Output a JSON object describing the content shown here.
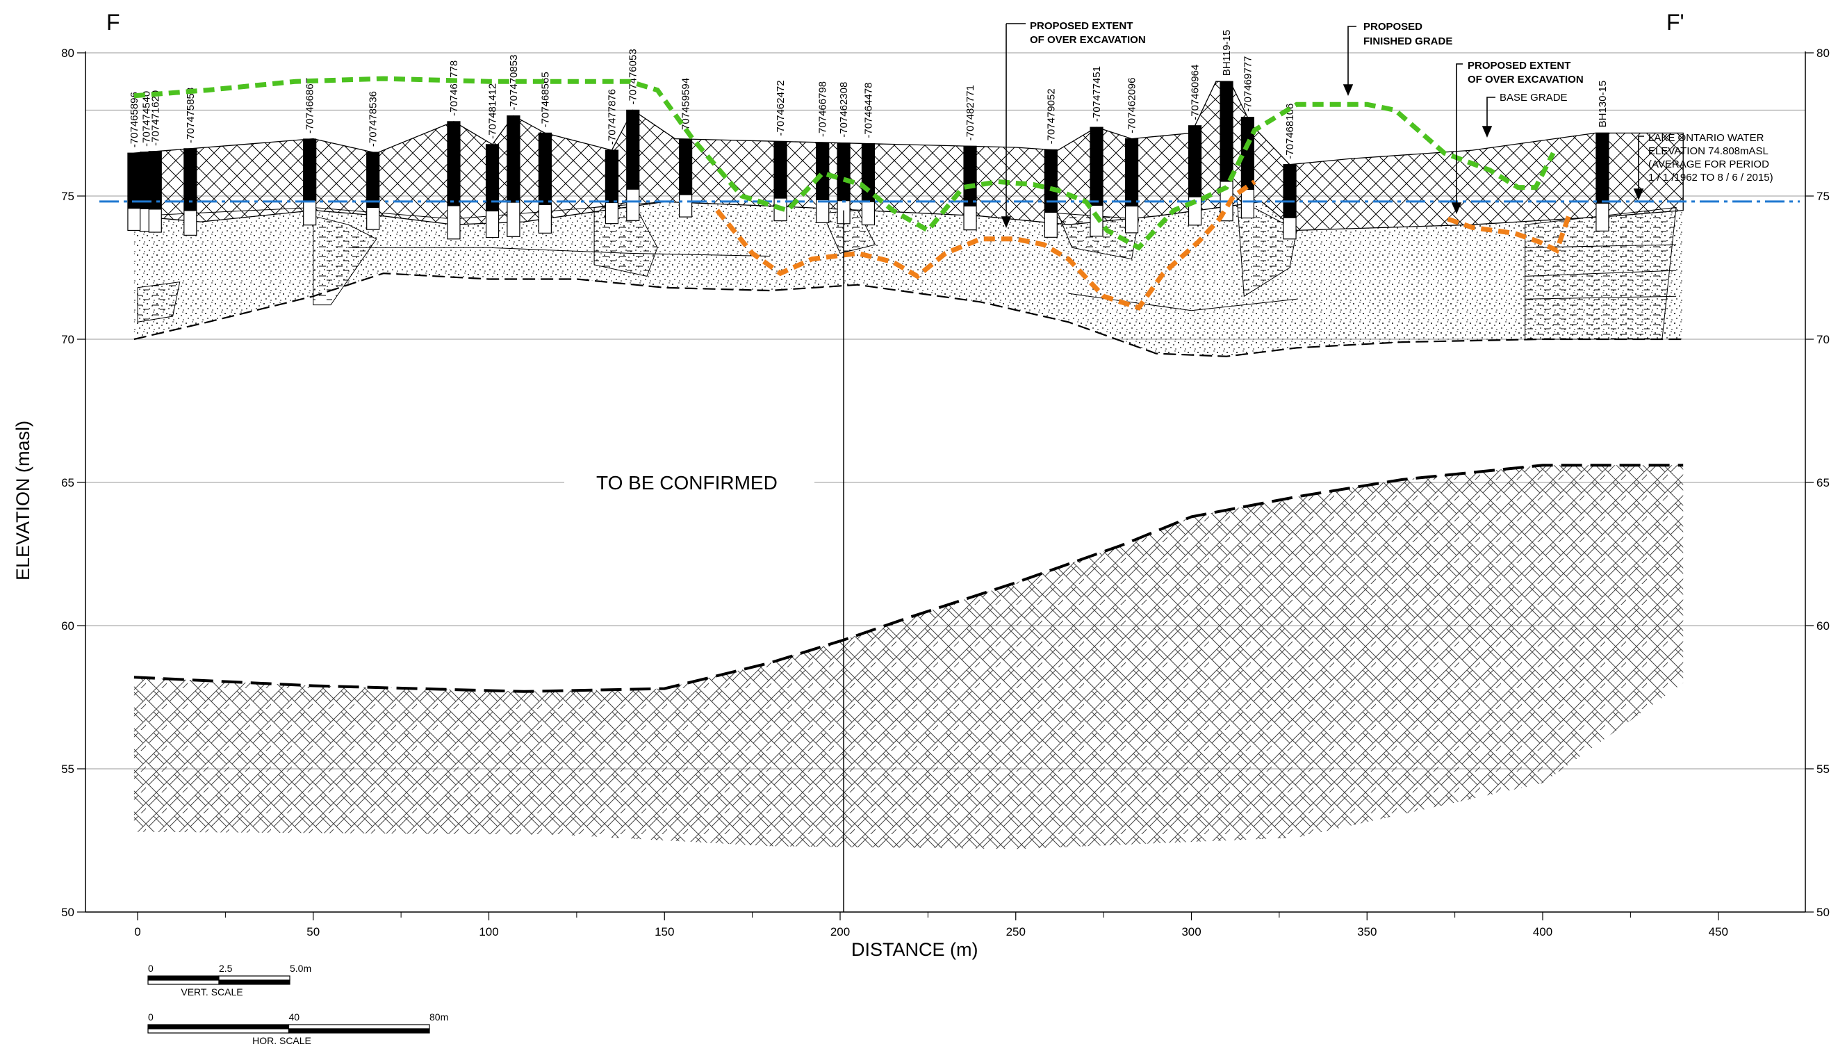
{
  "section": {
    "left_marker": "F",
    "right_marker": "F'",
    "x_axis_title": "DISTANCE (m)",
    "y_axis_title": "ELEVATION (masl)",
    "note": "TO BE CONFIRMED"
  },
  "axes": {
    "x_ticks": [
      0,
      50,
      100,
      150,
      200,
      250,
      300,
      350,
      400,
      450
    ],
    "y_ticks": [
      50,
      55,
      60,
      65,
      70,
      75,
      80
    ],
    "x_range": [
      -14,
      475
    ],
    "y_range": [
      50,
      80
    ]
  },
  "boreholes": [
    {
      "name": "-707465896",
      "x": -1
    },
    {
      "name": "-707474540",
      "x": 2.5
    },
    {
      "name": "-707471620",
      "x": 5
    },
    {
      "name": "-707475858",
      "x": 15
    },
    {
      "name": "-707466867",
      "x": 49
    },
    {
      "name": "-707478536",
      "x": 67
    },
    {
      "name": "-707467778",
      "x": 90
    },
    {
      "name": "-707481412",
      "x": 101
    },
    {
      "name": "-707470853",
      "x": 107
    },
    {
      "name": "-707468565",
      "x": 116
    },
    {
      "name": "-707477876",
      "x": 135
    },
    {
      "name": "-707476053",
      "x": 141
    },
    {
      "name": "-707459594",
      "x": 156
    },
    {
      "name": "-707462472",
      "x": 183
    },
    {
      "name": "-707466798",
      "x": 195
    },
    {
      "name": "-707462308",
      "x": 201
    },
    {
      "name": "-707464478",
      "x": 208
    },
    {
      "name": "-707482771",
      "x": 237
    },
    {
      "name": "-707479052",
      "x": 260
    },
    {
      "name": "-707477451",
      "x": 273
    },
    {
      "name": "-707462096",
      "x": 283
    },
    {
      "name": "-707460964",
      "x": 301
    },
    {
      "name": "BH119-15",
      "x": 310
    },
    {
      "name": "-707469777",
      "x": 316
    },
    {
      "name": "-707468106",
      "x": 328
    },
    {
      "name": "BH130-15",
      "x": 417
    }
  ],
  "annotations": {
    "over_excavation_1": [
      "PROPOSED EXTENT",
      "OF OVER EXCAVATION"
    ],
    "finished_grade": [
      "PROPOSED",
      "FINISHED GRADE"
    ],
    "over_excavation_2": [
      "PROPOSED EXTENT",
      "OF OVER EXCAVATION"
    ],
    "base_grade": "BASE GRADE",
    "lake_level": [
      "LAKE ONTARIO WATER",
      "ELEVATION 74.808mASL",
      "(AVERAGE FOR PERIOD",
      "1 / 1 /1962 TO 8 / 6 / 2015)"
    ]
  },
  "water_level": {
    "elevation": 74.808,
    "color": "#1f78d1"
  },
  "profiles": {
    "finished_grade": {
      "color": "#4cc21f",
      "points": [
        [
          -1,
          78.5
        ],
        [
          20,
          78.7
        ],
        [
          45,
          79
        ],
        [
          70,
          79.1
        ],
        [
          100,
          79
        ],
        [
          140,
          79
        ],
        [
          148,
          78.7
        ],
        [
          158,
          77
        ],
        [
          172,
          75
        ],
        [
          185,
          74.5
        ],
        [
          195,
          75.8
        ],
        [
          206,
          75.4
        ],
        [
          215,
          74.5
        ],
        [
          225,
          73.8
        ],
        [
          235,
          75.3
        ],
        [
          245,
          75.5
        ],
        [
          255,
          75.4
        ],
        [
          262,
          75.2
        ],
        [
          270,
          74.8
        ],
        [
          276,
          73.8
        ],
        [
          285,
          73.2
        ],
        [
          295,
          74.5
        ],
        [
          303,
          74.9
        ],
        [
          310,
          75.3
        ],
        [
          318,
          77.3
        ],
        [
          330,
          78.2
        ],
        [
          350,
          78.2
        ],
        [
          358,
          78
        ],
        [
          372,
          76.5
        ],
        [
          385,
          75.9
        ],
        [
          393,
          75.3
        ],
        [
          398,
          75.3
        ],
        [
          403,
          76.5
        ]
      ]
    },
    "over_excavation": {
      "color": "#f07f18",
      "points": [
        [
          165,
          74.5
        ],
        [
          175,
          73
        ],
        [
          183,
          72.3
        ],
        [
          192,
          72.8
        ],
        [
          205,
          73
        ],
        [
          215,
          72.7
        ],
        [
          222,
          72.2
        ],
        [
          230,
          73
        ],
        [
          240,
          73.5
        ],
        [
          250,
          73.5
        ],
        [
          258,
          73.3
        ],
        [
          265,
          72.8
        ],
        [
          275,
          71.5
        ],
        [
          285,
          71.1
        ],
        [
          292,
          72.3
        ],
        [
          302,
          73.4
        ],
        [
          308,
          74.2
        ],
        [
          312,
          75
        ],
        [
          318,
          75.5
        ]
      ]
    },
    "over_excavation_east": {
      "color": "#f07f18",
      "points": [
        [
          373,
          74.2
        ],
        [
          380,
          73.9
        ],
        [
          392,
          73.7
        ],
        [
          399,
          73.4
        ],
        [
          404,
          73.1
        ],
        [
          408,
          74.5
        ]
      ]
    },
    "base_grade": {
      "points": [
        [
          -1,
          76.5
        ],
        [
          30,
          76.8
        ],
        [
          50,
          77
        ],
        [
          68,
          76.5
        ],
        [
          90,
          77.6
        ],
        [
          101,
          76.8
        ],
        [
          107,
          77.8
        ],
        [
          116,
          77.2
        ],
        [
          135,
          76.6
        ],
        [
          141,
          78
        ],
        [
          153,
          77
        ],
        [
          185,
          76.9
        ],
        [
          250,
          76.7
        ],
        [
          262,
          76.6
        ],
        [
          273,
          77.4
        ],
        [
          283,
          77
        ],
        [
          300,
          77.2
        ],
        [
          307,
          79
        ],
        [
          311,
          79
        ],
        [
          317,
          77.5
        ],
        [
          328,
          76.1
        ],
        [
          345,
          76.3
        ],
        [
          380,
          76.6
        ],
        [
          415,
          77.2
        ],
        [
          440,
          77.2
        ]
      ]
    },
    "fill_base": {
      "points": [
        [
          -1,
          74.3
        ],
        [
          18,
          74.1
        ],
        [
          50,
          74.5
        ],
        [
          70,
          74.3
        ],
        [
          90,
          74
        ],
        [
          110,
          74.1
        ],
        [
          150,
          74.8
        ],
        [
          190,
          74.6
        ],
        [
          240,
          74.3
        ],
        [
          265,
          74
        ],
        [
          290,
          74.3
        ],
        [
          320,
          74.8
        ],
        [
          330,
          73.8
        ],
        [
          380,
          74
        ],
        [
          420,
          74.3
        ],
        [
          440,
          74.5
        ]
      ]
    },
    "sand_base": {
      "points": [
        [
          -1,
          70
        ],
        [
          20,
          70.6
        ],
        [
          50,
          71.5
        ],
        [
          70,
          72.3
        ],
        [
          100,
          72.1
        ],
        [
          125,
          72.1
        ],
        [
          150,
          71.8
        ],
        [
          180,
          71.7
        ],
        [
          205,
          71.9
        ],
        [
          240,
          71.3
        ],
        [
          265,
          70.6
        ],
        [
          290,
          69.5
        ],
        [
          310,
          69.4
        ],
        [
          330,
          69.7
        ],
        [
          360,
          69.9
        ],
        [
          400,
          70
        ],
        [
          440,
          70
        ]
      ]
    },
    "bedrock_top": {
      "points": [
        [
          -1,
          58.2
        ],
        [
          50,
          57.9
        ],
        [
          110,
          57.7
        ],
        [
          150,
          57.8
        ],
        [
          180,
          58.7
        ],
        [
          201,
          59.5
        ],
        [
          220,
          60.3
        ],
        [
          250,
          61.5
        ],
        [
          280,
          62.8
        ],
        [
          300,
          63.8
        ],
        [
          330,
          64.5
        ],
        [
          360,
          65.1
        ],
        [
          400,
          65.6
        ],
        [
          440,
          65.6
        ]
      ]
    },
    "bedrock_base": {
      "points": [
        [
          -1,
          52.8
        ],
        [
          120,
          52.7
        ],
        [
          180,
          52.3
        ],
        [
          250,
          52.2
        ],
        [
          330,
          52.6
        ],
        [
          400,
          54.5
        ],
        [
          440,
          58
        ]
      ]
    }
  }
}
